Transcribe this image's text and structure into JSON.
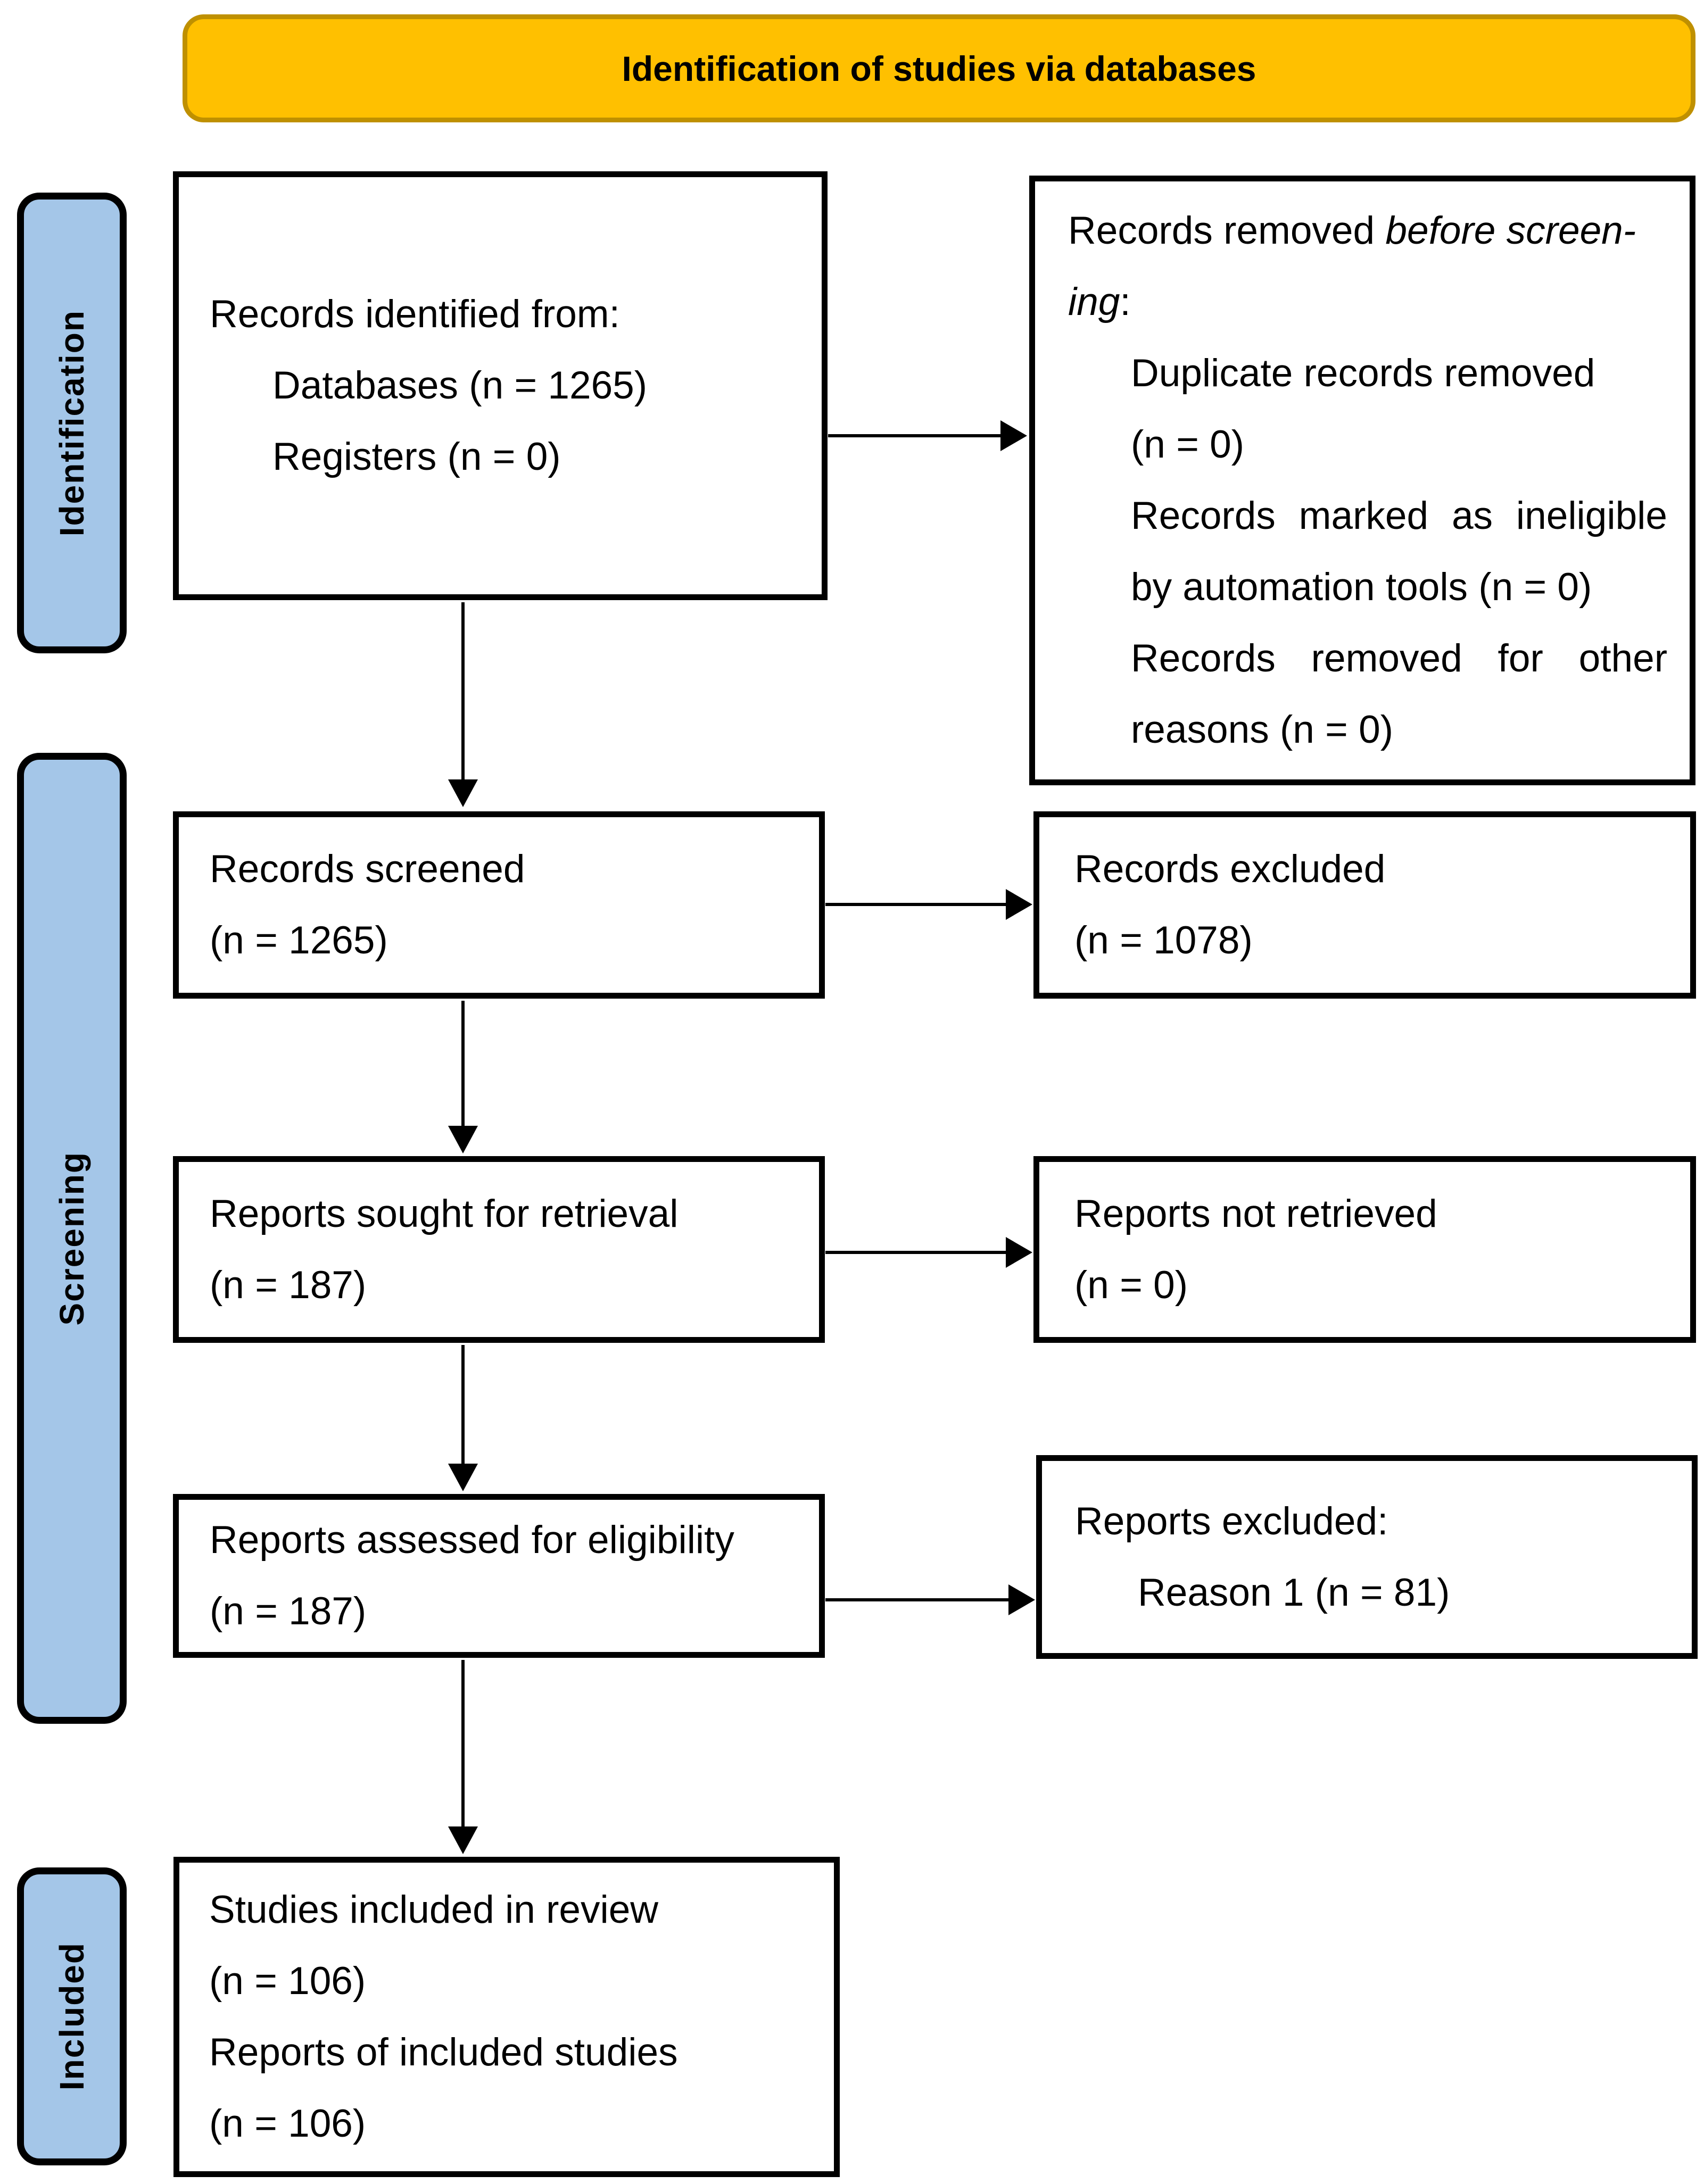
{
  "banner": {
    "title": "Identification of studies via databases"
  },
  "stages": {
    "identification": "Identification",
    "screening": "Screening",
    "included": "Included"
  },
  "boxes": {
    "records_identified": {
      "line1": "Records identified from:",
      "line2": "Databases (n = 1265)",
      "line3": "Registers (n = 0)"
    },
    "records_removed": {
      "line1_normal": "Records removed ",
      "line1_italic": "before screen-",
      "line2_italic": "ing",
      "line2_normal": ":",
      "item1_line1": "Duplicate records removed",
      "item1_line2": "(n = 0)",
      "item2_line1": "Records marked as ineligible",
      "item2_line2": "by automation tools (n = 0)",
      "item3_line1": "Records removed for other",
      "item3_line2": "reasons (n = 0)"
    },
    "records_screened": {
      "line1": "Records screened",
      "line2": "(n = 1265)"
    },
    "records_excluded": {
      "line1": "Records excluded",
      "line2": "(n = 1078)"
    },
    "reports_sought": {
      "line1": "Reports sought for retrieval",
      "line2": "(n = 187)"
    },
    "reports_not_retrieved": {
      "line1": "Reports not retrieved",
      "line2": "(n = 0)"
    },
    "reports_assessed": {
      "line1": "Reports assessed for eligibility",
      "line2": "(n = 187)"
    },
    "reports_excluded": {
      "line1": "Reports excluded:",
      "line2": "Reason 1 (n = 81)"
    },
    "studies_included": {
      "line1": "Studies included in review",
      "line2": "(n = 106)",
      "line3": "Reports of included studies",
      "line4": "(n = 106)"
    }
  },
  "colors": {
    "banner_fill": "#FFC000",
    "banner_border": "#BF9000",
    "stage_fill": "#A4C6E8",
    "box_border": "#000000",
    "text": "#000000"
  }
}
